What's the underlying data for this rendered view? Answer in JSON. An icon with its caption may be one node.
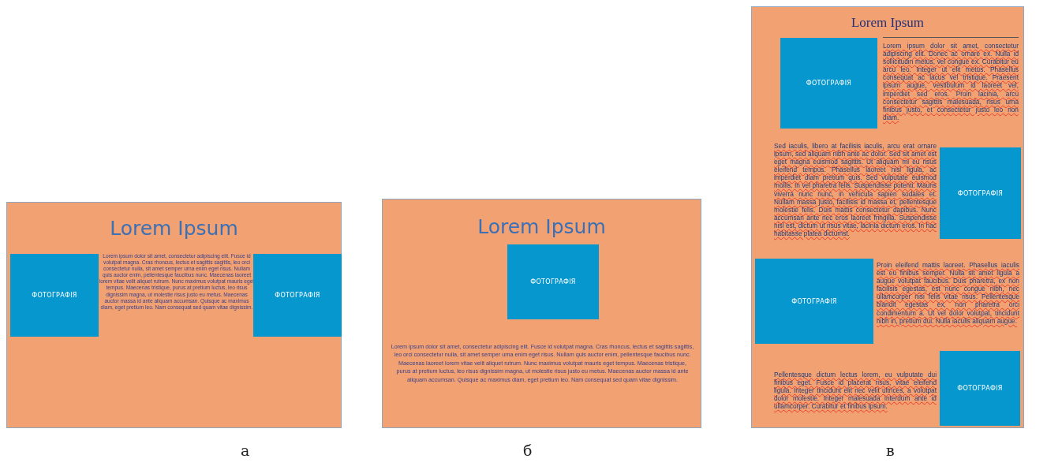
{
  "diagram": {
    "nodes": [
      {
        "text": [
          "Lorem Ipsum",
          "Lorem ipsum dolor sit amet, consectetur adipiscing elit. Fusce id volutpat magna. Cras rhoncus, lectus et sagittis sagittis, leo orci consectetur nulla, sit amet semper urna enim eget risus. Nullam quis auctor enim, pellentesque faucibus nunc. Maecenas laoreet lorem vitae velit aliquet rutrum. Nunc maximus volutpat mauris eget tempus. Maecenas tristique, purus at pretium luctus, leo risus dignissim magna, ut molestie risus justo eu metus. Maecenas auctor massa id ante aliquam accumsan. Quisque ac maximus diam, eget pretium leo. Nam consequat sed quam vitae dignissim."
        ],
        "beside": [
          "а"
        ]
      },
      {
        "text": [
          "ФОТОГРАФІЯ"
        ],
        "in": 0
      },
      {
        "text": [
          "ФОТОГРАФІЯ"
        ],
        "in": 0
      },
      {
        "text": [
          "Lorem Ipsum",
          "Lorem ipsum dolor sit amet, consectetur adipiscing elit. Fusce id volutpat magna. Cras rhoncus, lectus et sagittis sagittis, leo orci consectetur nulla, sit amet semper urna enim eget risus. Nullam quis auctor enim, pellentesque faucibus nunc. Maecenas laoreet lorem vitae velit aliquet rutrum. Nunc maximus volutpat mauris eget tempus. Maecenas tristique, purus at pretium luctus, leo risus dignissim magna, ut molestie risus justo eu metus. Maecenas auctor massa id ante aliquam accumsan. Quisque ac maximus diam, eget pretium leo. Nam consequat sed quam vitae dignissim."
        ],
        "beside": [
          "б"
        ]
      },
      {
        "text": [
          "ФОТОГРАФІЯ"
        ],
        "in": 3
      },
      {
        "text": [
          "Lorem Ipsum",
          "Lorem ipsum dolor sit amet, consectetur adipiscing elit. Donec ac ornare ex. Nulla id sollicitudin metus, vel congue ex. Curabitur eu arcu leo. Integer ut elit metus. Phasellus consequat ac lacus vel tristique. Praesent ipsum augue, vestibulum id laoreet vel, imperdiet sed eros. Proin lacinia, arcu consectetur sagittis malesuada, risus urna finibus justo, et consectetur justo leo non diam.",
          "Sed iaculis, libero at facilisis iaculis, arcu erat ornare ipsum, sed aliquam nibh ante ac dolor. Sed sit amet est eget magna euismod sagittis. Ut aliquam mi eu risus eleifend tempus. Phasellus laoreet nisl ligula, ac imperdiet diam pretium quis. Sed vulputate euismod mollis. In vel pharetra felis. Suspendisse potenti. Mauris viverra nunc nunc, in vehicula sapien sodales et. Nullam massa justo, facilisis id massa et, pellentesque molestie felis. Duis mattis consectetur dapibus. Nunc accumsan ante nec eros laoreet fringilla. Suspendisse nisl est, dictum ut risus vitae, lacinia dictum eros. In hac habitasse platea dictumst.",
          "Proin eleifend mattis laoreet. Phasellus iaculis est eu finibus semper. Nulla sit amet ligula a augue volutpat faucibus. Duis pharetra, ex non facilisis egestas, est nunc congue nibh, nec ullamcorper nisi felis vitae risus. Pellentesque blandit egestas ex, non pharetra orci condimentum a. Ut vel dolor volutpat, tincidunt nibh in, pretium dui. Nulla iaculis aliquam augue.",
          "Pellentesque dictum lectus lorem, eu vulputate dui finibus eget. Fusce id placerat risus, vitae eleifend ligula. Integer tincidunt elit nec velit ultrices, a volutpat dolor molestie. Integer malesuada interdum ante id ullamcorper. Curabitur et finibus ipsum."
        ],
        "beside": [
          "в"
        ]
      },
      {
        "text": [
          "ФОТОГРАФІЯ"
        ],
        "in": 5
      },
      {
        "text": [
          "ФОТОГРАФІЯ"
        ],
        "in": 5
      },
      {
        "text": [
          "ФОТОГРАФІЯ"
        ],
        "in": 5
      },
      {
        "text": [
          "ФОТОГРАФІЯ"
        ],
        "in": 5
      }
    ]
  }
}
